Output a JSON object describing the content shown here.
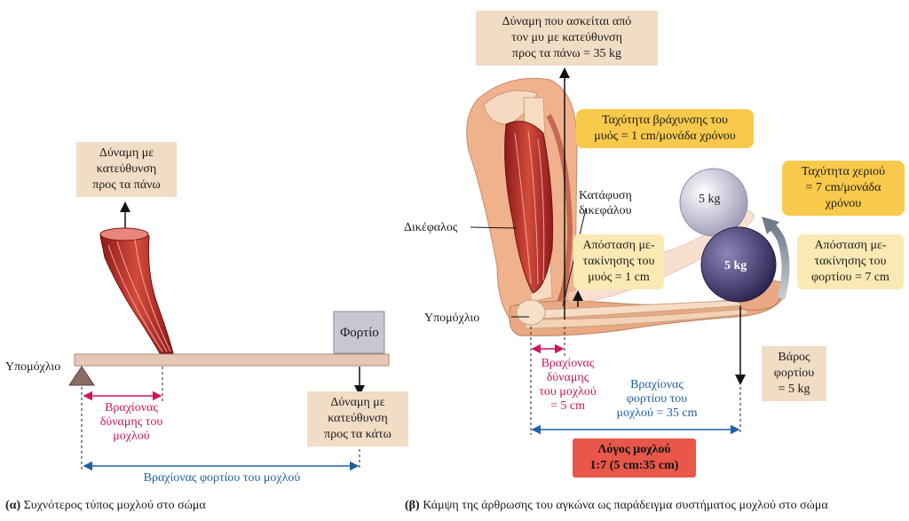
{
  "panel_a": {
    "force_up": "Δύναμη με\nκατεύθυνση\nπρος τα πάνω",
    "load_label": "Φορτίο",
    "fulcrum_label": "Υπομόχλιο",
    "effort_arm": "Βραχίονας\nδύναμης του\nμοχλού",
    "force_down": "Δύναμη με\nκατεύθυνση\nπρος τα κάτω",
    "load_arm": "Βραχίονας φορτίου του μοχλού",
    "caption_letter": "(α)",
    "caption_text": "Συχνότερος τύπος μοχλού στο σώμα"
  },
  "panel_b": {
    "muscle_force": "Δύναμη που ασκείται από\nτον μυ με κατεύθυνση\nπρος τα πάνω = 35 kg",
    "muscle_speed": "Ταχύτητα βράχυνσης του\nμυός = 1 cm/μονάδα χρόνου",
    "hand_speed": "Ταχύτητα χεριού\n= 7 cm/μονάδα\nχρόνου",
    "insertion": "Κατάφυση\nδικεφάλου",
    "biceps": "Δικέφαλος",
    "muscle_distance": "Απόσταση με-\nτακίνησης του\nμυός = 1 cm",
    "load_distance": "Απόσταση με-\nτακίνησης του\nφορτίου = 7 cm",
    "ball_upper": "5 kg",
    "ball_lower": "5 kg",
    "fulcrum": "Υπομόχλιο",
    "weight": "Βάρος\nφορτίου\n= 5 kg",
    "effort_arm": "Βραχίονας\nδύναμης\nτου μοχλού\n= 5 cm",
    "load_arm": "Βραχίονας\nφορτίου του\nμοχλού = 35 cm",
    "ratio_title": "Λόγος μοχλού",
    "ratio_value": "1:7 (5 cm:35 cm)",
    "caption_letter": "(β)",
    "caption_text": "Κάμψη της άρθρωσης του αγκώνα ως παράδειγμα συστήματος μοχλού στο σώμα"
  },
  "colors": {
    "tan_box": "#f1dcc6",
    "yellow_box": "#f8c94a",
    "cream_box": "#fbe9b4",
    "ratio_box": "#e8574a",
    "effort_arm_text": "#d1145a",
    "load_arm_text": "#1f5fa6"
  }
}
